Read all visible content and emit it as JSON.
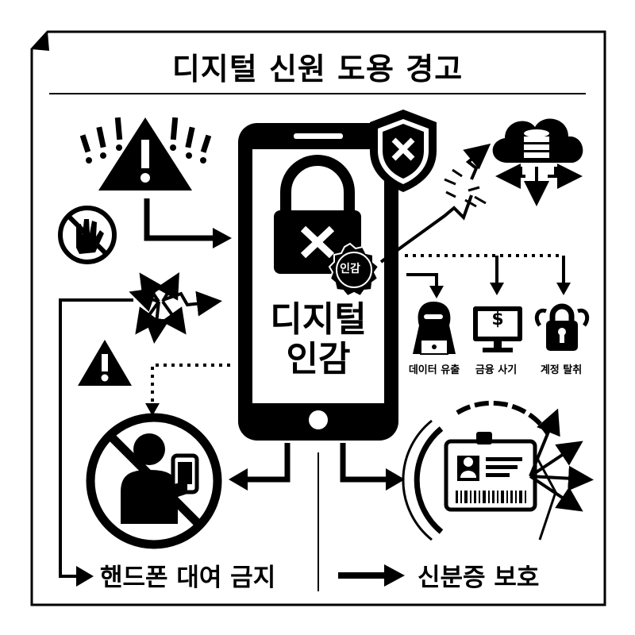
{
  "title": "디지털 신원 도용 경고",
  "center": {
    "line1": "디지털",
    "line2": "인감",
    "badge": "인감"
  },
  "threats": {
    "data_leak": "데이터 유출",
    "financial_fraud": "금융 사기",
    "account_takeover": "계정 탈취"
  },
  "bottom": {
    "left_label": "핸드폰 대여 금지",
    "right_label": "신분증 보호"
  },
  "icons": {
    "currency": "$"
  }
}
